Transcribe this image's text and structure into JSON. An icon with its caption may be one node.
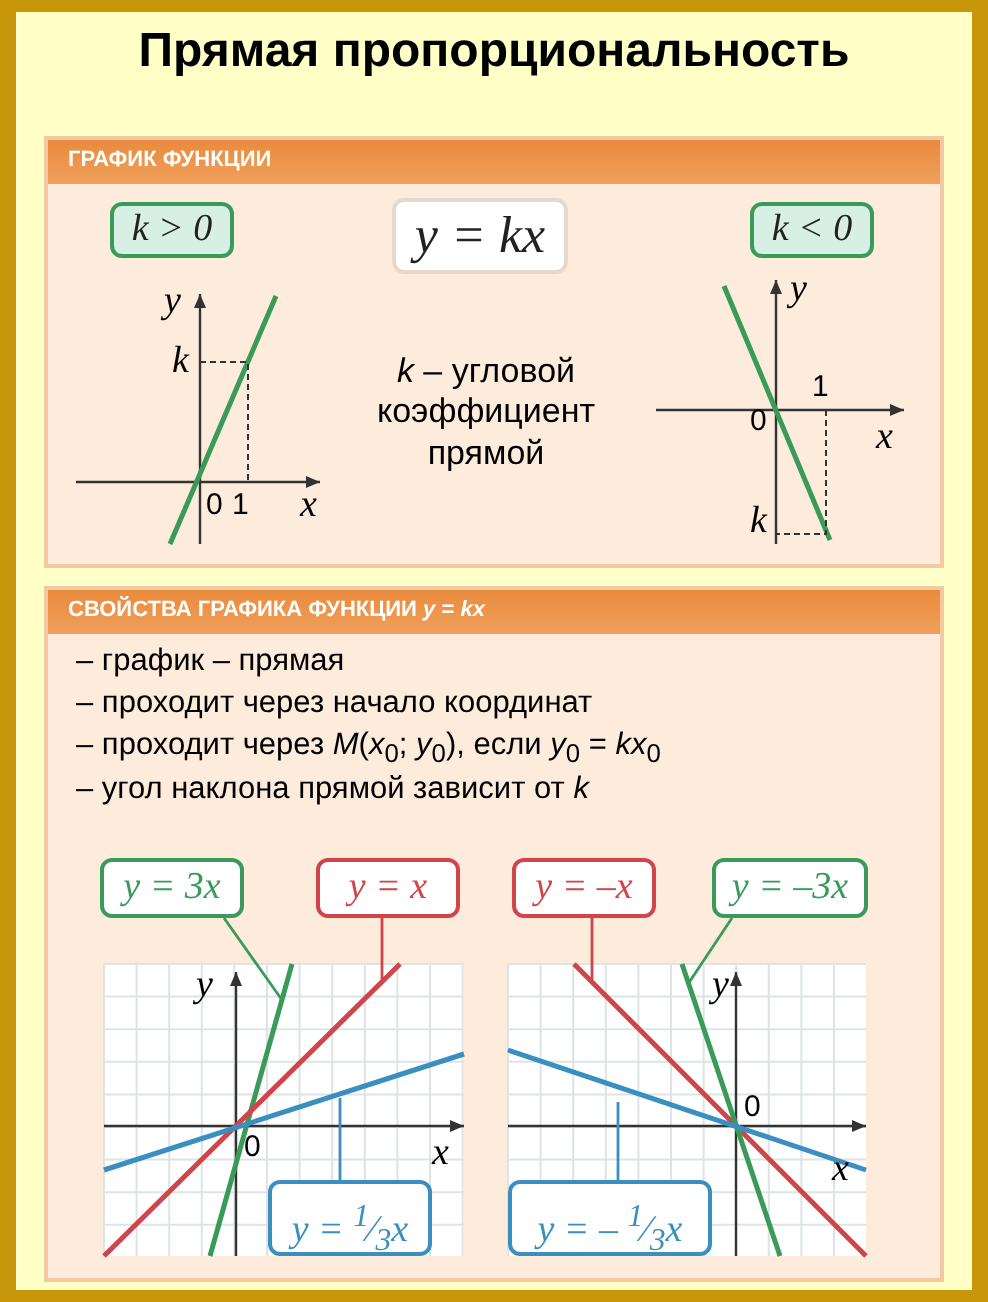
{
  "diagram": {
    "title": "Прямая пропорциональность",
    "nodes": [
      {
        "text": [
          "ГРАФИК ФУНКЦИИ"
        ]
      },
      {
        "text": [
          "k > 0"
        ],
        "in": 0
      },
      {
        "text": [
          "y = kx"
        ],
        "in": 0
      },
      {
        "text": [
          "k < 0"
        ],
        "in": 0
      },
      {
        "text": [
          "СВОЙСТВА ГРАФИКА ФУНКЦИИ *y* = *kx*"
        ]
      },
      {
        "text": [
          "y = 3x"
        ],
        "in": 4
      },
      {
        "text": [
          "y = x"
        ],
        "in": 4
      },
      {
        "text": [
          "y = –x"
        ],
        "in": 4
      },
      {
        "text": [
          "y = –3x"
        ],
        "in": 4
      },
      {
        "text": [
          "y = $^{1}$⁄$_{3}$x"
        ],
        "in": 4
      },
      {
        "text": [
          "y = – $^{1}$⁄$_{3}$x"
        ],
        "in": 4
      }
    ],
    "edges": [
      {
        "from": 5,
        "to": null,
        "arrow": "none",
        "color": "#3a9a5a"
      },
      {
        "from": 6,
        "to": null,
        "arrow": "none",
        "color": "#d0454a"
      },
      {
        "from": 7,
        "to": null,
        "arrow": "none",
        "color": "#d0454a"
      },
      {
        "from": 8,
        "to": null,
        "arrow": "none",
        "color": "#3a9a5a"
      },
      {
        "from": 9,
        "to": null,
        "arrow": "none",
        "color": "#3a8fc0"
      },
      {
        "from": 10,
        "to": null,
        "arrow": "none",
        "color": "#3a8fc0"
      }
    ],
    "labels": [
      "y",
      "k",
      "0",
      "1",
      "x",
      "*k* – угловой коэффициент прямой",
      "y",
      "1",
      "0",
      "x",
      "k",
      "– график – прямая",
      "– проходит через начало координат",
      "– проходит через *M*(*x*$_{0}$; *y*$_{0}$), если  *y*$_{0}$ = *kx*$_{0}$",
      "– угол наклона прямой зависит от  *k*",
      "y",
      "0",
      "x",
      "y",
      "0",
      "x"
    ]
  }
}
